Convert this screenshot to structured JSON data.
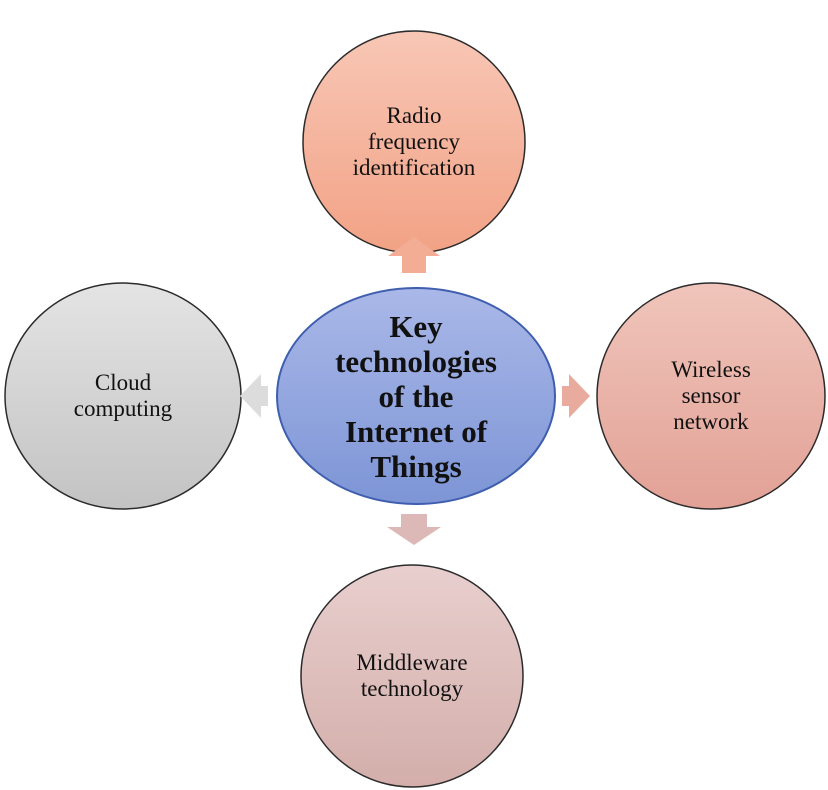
{
  "diagram": {
    "center": {
      "label": "Key\ntechnologies\nof the\nInternet of\nThings"
    },
    "nodes": {
      "top": {
        "label": "Radio\nfrequency\nidentification"
      },
      "right": {
        "label": "Wireless\nsensor\nnetwork"
      },
      "bottom": {
        "label": "Middleware\ntechnology"
      },
      "left": {
        "label": "Cloud\ncomputing"
      }
    }
  },
  "colors": {
    "center_fill_top": "#aab8e8",
    "center_fill_bottom": "#7d95d6",
    "center_stroke": "#3f5fae",
    "top_fill_top": "#f8c7b6",
    "top_fill_bottom": "#f2a285",
    "right_fill_top": "#f0c5bb",
    "right_fill_bottom": "#e2a196",
    "bottom_fill_top": "#e8cfce",
    "bottom_fill_bottom": "#d3aeaa",
    "left_fill_top": "#e4e4e4",
    "left_fill_bottom": "#c3c3c3",
    "node_stroke": "#2b2b2b",
    "arrow_top": "#f3ad94",
    "arrow_right": "#e9ab9e",
    "arrow_bottom": "#dcb9b6",
    "arrow_left": "#dcdcdc"
  }
}
